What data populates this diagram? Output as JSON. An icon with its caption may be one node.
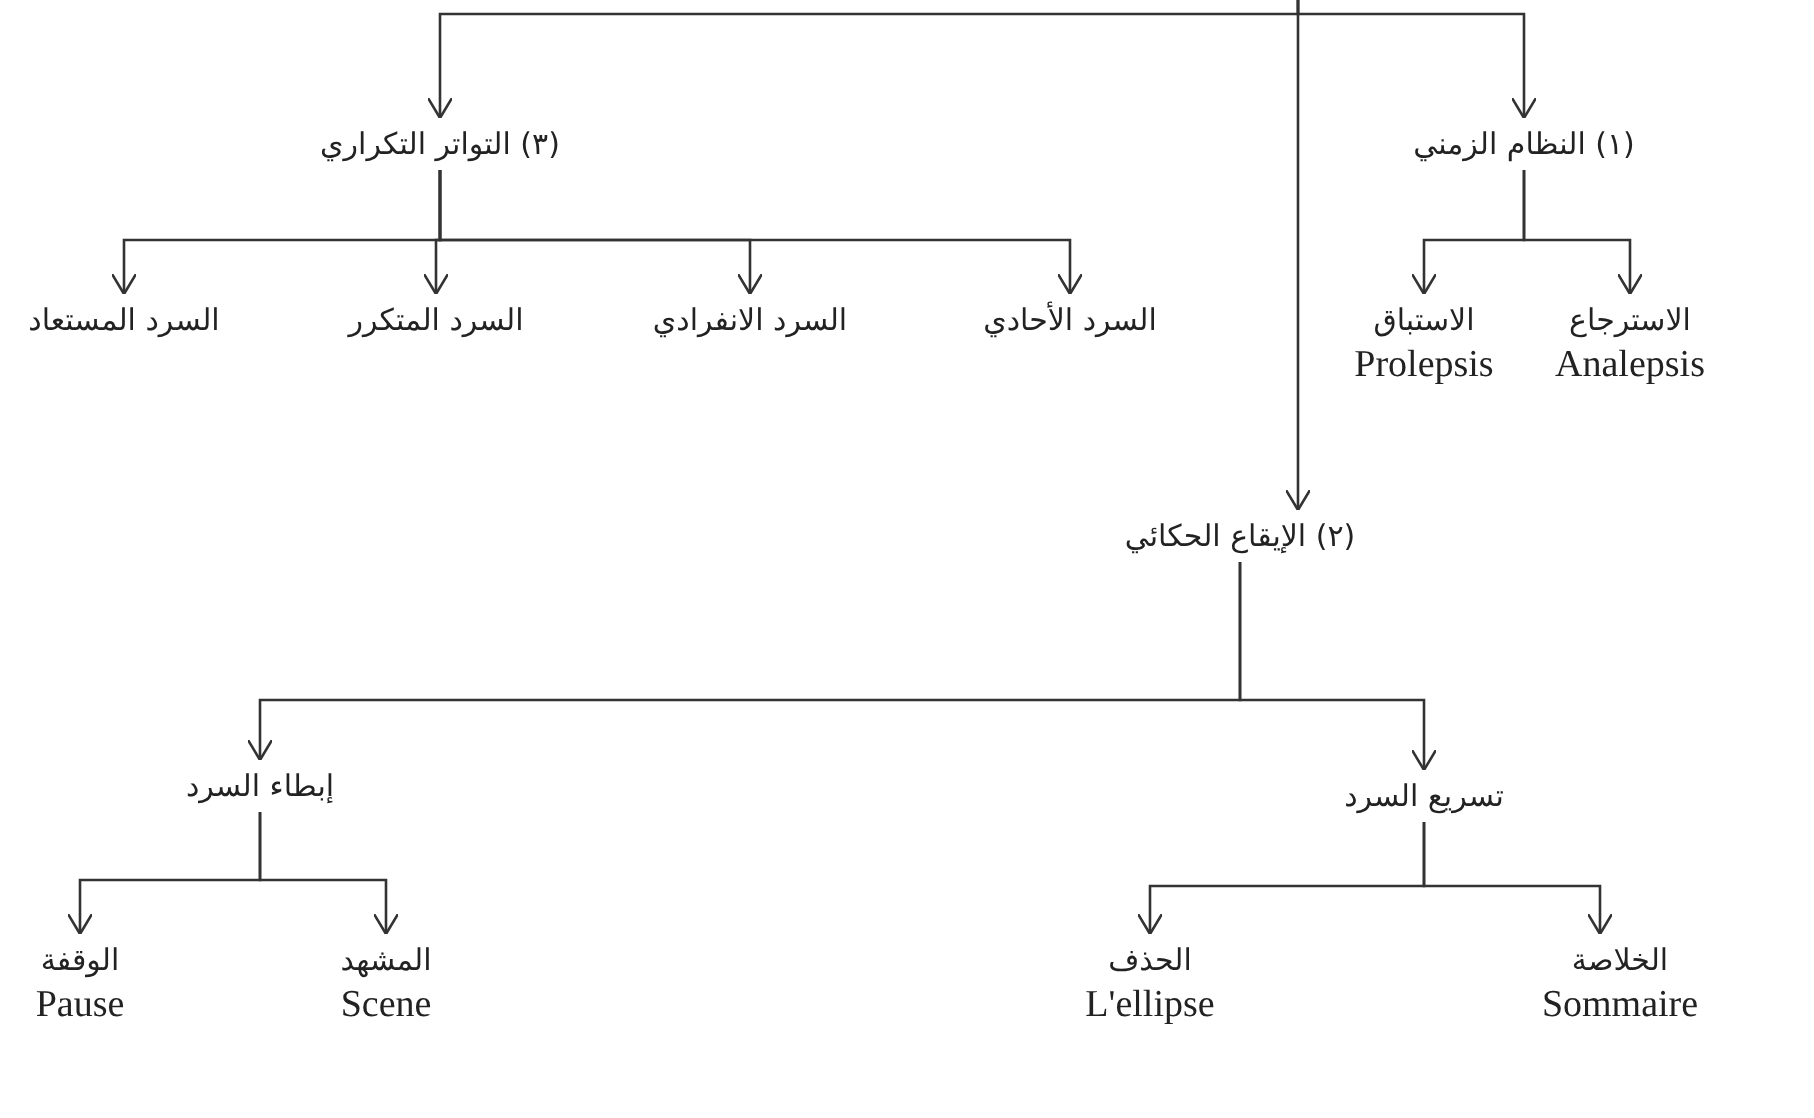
{
  "diagram": {
    "nodes": [
      {
        "text": [
          "(١) النظام الزمني"
        ]
      },
      {
        "text": [
          "(٣) التواتر التكراري"
        ]
      },
      {
        "text": [
          "الاسترجاع",
          "Analepsis"
        ]
      },
      {
        "text": [
          "الاستباق",
          "Prolepsis"
        ]
      },
      {
        "text": [
          "السرد الأحادي"
        ]
      },
      {
        "text": [
          "السرد الانفرادي"
        ]
      },
      {
        "text": [
          "السرد المتكرر"
        ]
      },
      {
        "text": [
          "السرد المستعاد"
        ]
      },
      {
        "text": [
          "(٢) الإيقاع الحكائي"
        ]
      },
      {
        "text": [
          "إبطاء السرد"
        ]
      },
      {
        "text": [
          "تسريع السرد"
        ]
      },
      {
        "text": [
          "المشهد",
          "Scene"
        ]
      },
      {
        "text": [
          "الوقفة",
          "Pause"
        ]
      },
      {
        "text": [
          "الحذف",
          "L'ellipse"
        ]
      },
      {
        "text": [
          "الخلاصة",
          "Sommaire"
        ]
      }
    ],
    "edges": [
      {
        "from": null,
        "to": 0,
        "arrow": "to"
      },
      {
        "from": null,
        "to": 1,
        "arrow": "to"
      },
      {
        "from": null,
        "to": 8,
        "arrow": "to"
      },
      {
        "from": 0,
        "to": 2,
        "arrow": "to"
      },
      {
        "from": 0,
        "to": 3,
        "arrow": "to"
      },
      {
        "from": 1,
        "to": 4,
        "arrow": "to"
      },
      {
        "from": 1,
        "to": 5,
        "arrow": "to"
      },
      {
        "from": 1,
        "to": 6,
        "arrow": "to"
      },
      {
        "from": 1,
        "to": 7,
        "arrow": "to"
      },
      {
        "from": 8,
        "to": 9,
        "arrow": "to"
      },
      {
        "from": 8,
        "to": 10,
        "arrow": "to"
      },
      {
        "from": 9,
        "to": 11,
        "arrow": "to"
      },
      {
        "from": 9,
        "to": 12,
        "arrow": "to"
      },
      {
        "from": 10,
        "to": 13,
        "arrow": "to"
      },
      {
        "from": 10,
        "to": 14,
        "arrow": "to"
      }
    ]
  }
}
